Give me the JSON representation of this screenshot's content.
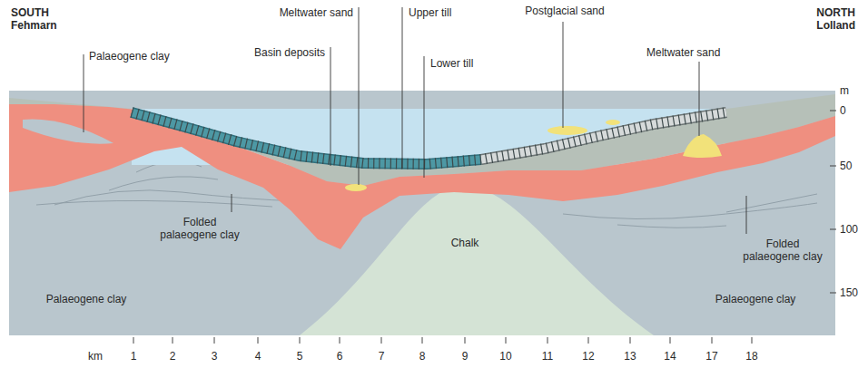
{
  "diagram": {
    "labels": [
      "SOUTH",
      "Fehmarn",
      "NORTH",
      "Lolland",
      "Palaeogene clay",
      "Basin deposits",
      "Meltwater sand",
      "Upper till",
      "Lower till",
      "Postglacial sand",
      "Meltwater sand",
      "Folded palaeogene clay",
      "Folded palaeogene clay",
      "Chalk",
      "Palaeogene clay",
      "Palaeogene clay",
      "m",
      "0",
      "50",
      "100",
      "150",
      "km",
      "1",
      "2",
      "3",
      "4",
      "5",
      "6",
      "7",
      "8",
      "9",
      "10",
      "11",
      "12",
      "13",
      "14",
      "17",
      "18"
    ]
  }
}
